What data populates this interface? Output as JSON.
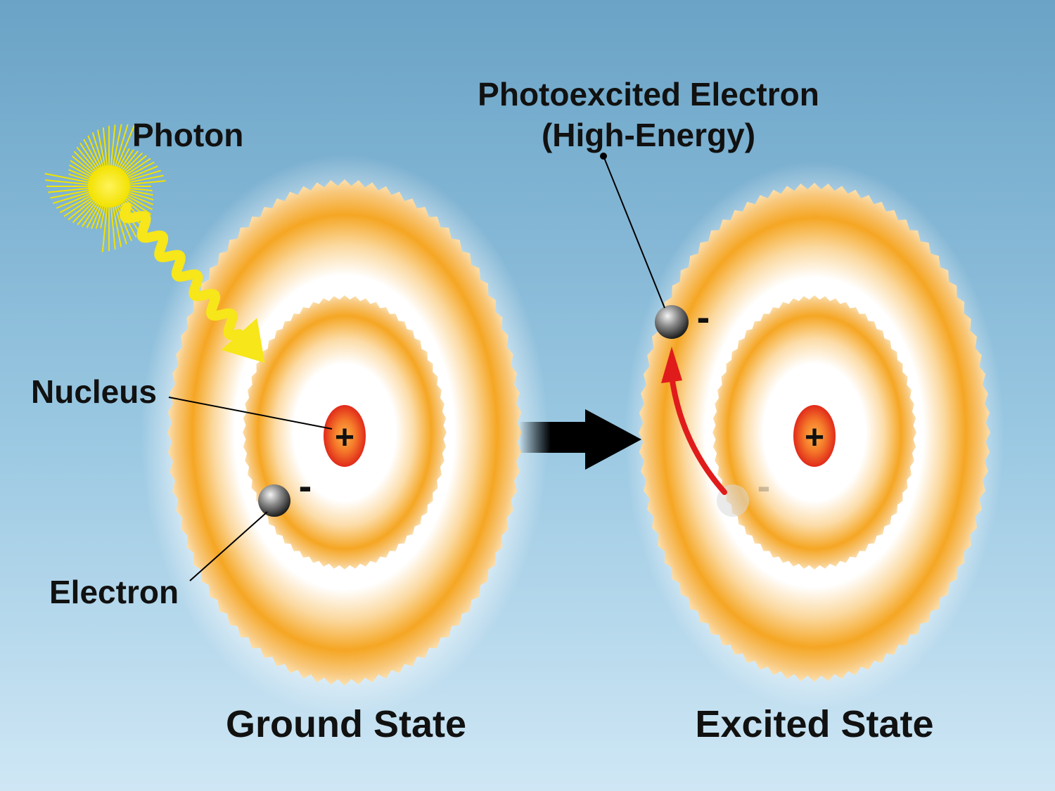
{
  "labels": {
    "photon": "Photon",
    "photoexcited_line1": "Photoexcited Electron",
    "photoexcited_line2": "(High-Energy)",
    "nucleus": "Nucleus",
    "electron": "Electron",
    "ground_state": "Ground State",
    "excited_state": "Excited State"
  },
  "symbols": {
    "plus": "+",
    "minus": "-"
  },
  "colors": {
    "sky_top": "#6aa3c6",
    "sky_bottom": "#cfe7f5",
    "orbital": "#f5a623",
    "nucleus": "#e8402a",
    "photon": "#f6e61a",
    "transition_arrow": "#e01b1b"
  },
  "icons": [
    "sun-icon",
    "photon-wave-icon",
    "state-arrow-icon"
  ]
}
